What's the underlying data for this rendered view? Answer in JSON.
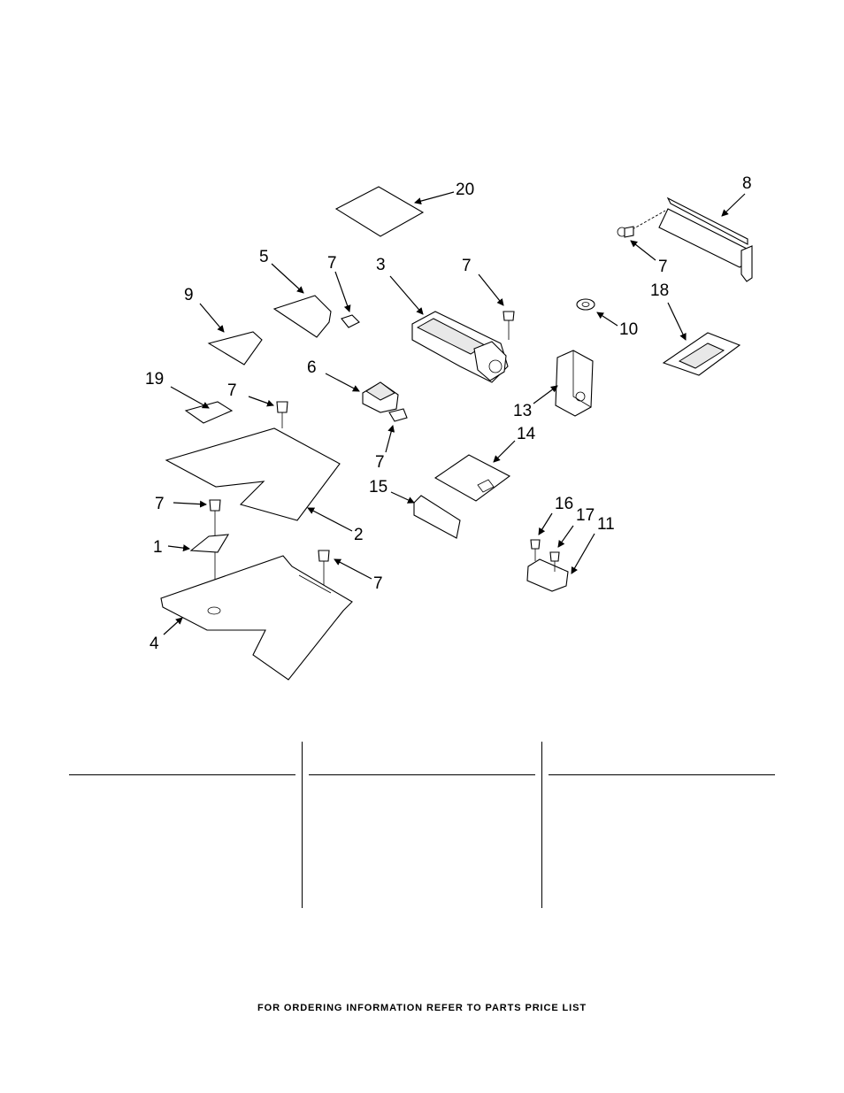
{
  "callouts": {
    "c1": "1",
    "c2": "2",
    "c3": "3",
    "c4": "4",
    "c5": "5",
    "c6": "6",
    "c7": "7",
    "c8": "8",
    "c9": "9",
    "c10": "10",
    "c11": "11",
    "c13": "13",
    "c14": "14",
    "c15": "15",
    "c16": "16",
    "c17": "17",
    "c18": "18",
    "c19": "19",
    "c20": "20"
  },
  "footer": "FOR ORDERING INFORMATION REFER TO PARTS PRICE LIST"
}
